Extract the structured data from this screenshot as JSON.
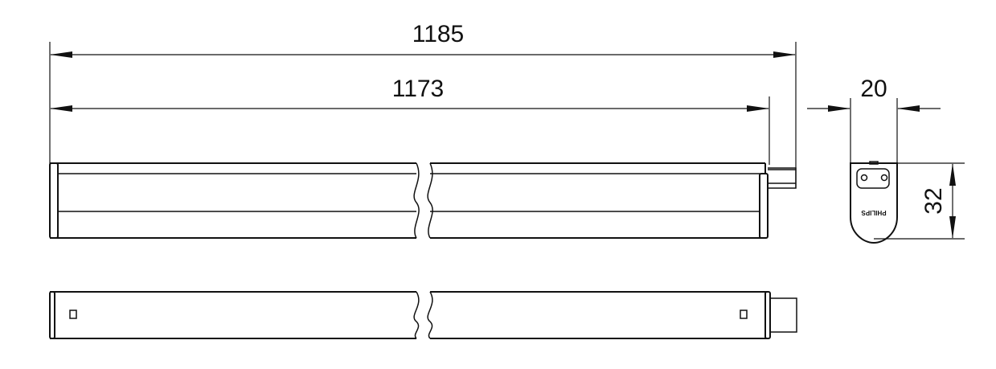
{
  "dimensions": {
    "overall_length": "1185",
    "body_length": "1173",
    "width": "20",
    "height": "32"
  },
  "end_view": {
    "logo": "PHILIPS"
  },
  "colors": {
    "line": "#111111",
    "background": "#ffffff"
  }
}
